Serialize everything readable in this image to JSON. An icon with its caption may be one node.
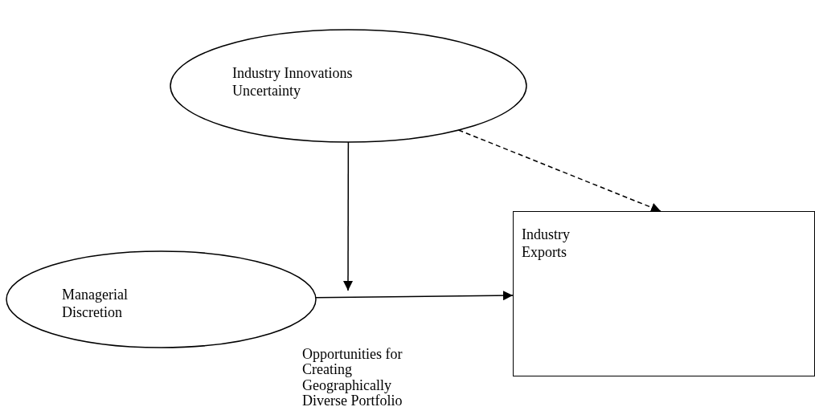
{
  "diagram": {
    "nodes": [
      {
        "text": [
          "Industry Innovations Uncertainty"
        ]
      },
      {
        "text": [
          "Managerial Discretion"
        ]
      },
      {
        "text": [
          "Industry Exports"
        ]
      }
    ],
    "edges": [
      {
        "from": 0,
        "to": null,
        "arrow": "to"
      },
      {
        "from": 0,
        "to": 2,
        "arrow": "to",
        "style": "dashed"
      },
      {
        "from": 1,
        "to": 2,
        "arrow": "to",
        "label": "Opportunities for Creating Geographically Diverse Portfolio"
      }
    ]
  }
}
